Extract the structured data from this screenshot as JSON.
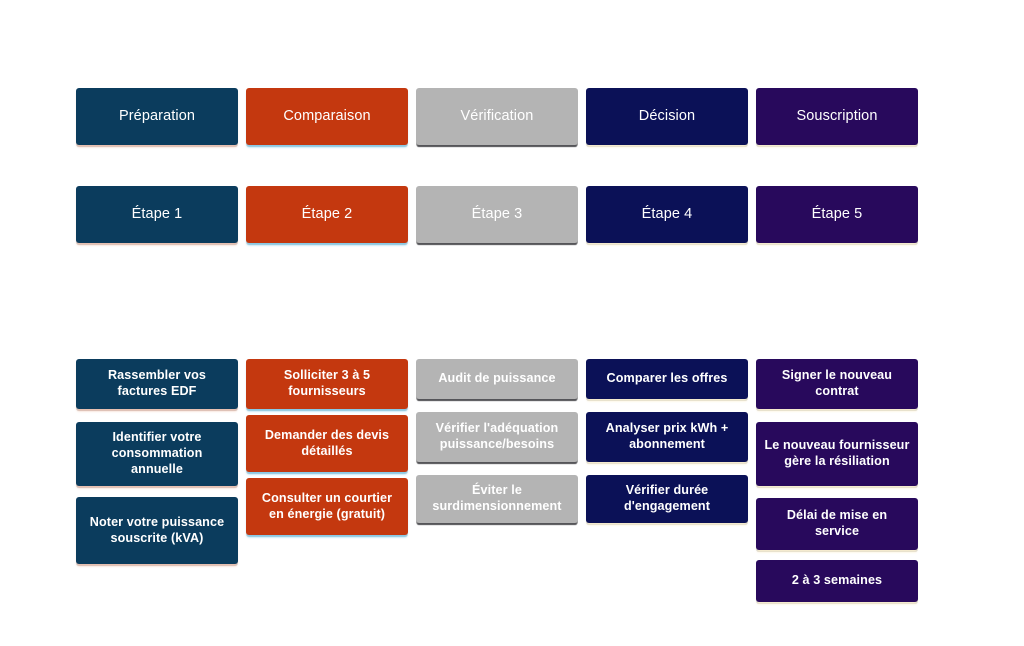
{
  "diagram": {
    "type": "process-flow",
    "columns": [
      {
        "id": "col-1",
        "phase": "Préparation",
        "step": "Étape 1",
        "color": "#0b3c5d",
        "state": "active",
        "items": [
          "Rassembler vos factures EDF",
          "Identifier votre consommation annuelle",
          "Noter votre puissance souscrite (kVA)"
        ]
      },
      {
        "id": "col-2",
        "phase": "Comparaison",
        "step": "Étape 2",
        "color": "#c4380f",
        "state": "active",
        "items": [
          "Solliciter 3 à 5 fournisseurs",
          "Demander des devis détaillés",
          "Consulter un courtier en énergie (gratuit)"
        ]
      },
      {
        "id": "col-3",
        "phase": "Vérification",
        "step": "Étape 3",
        "color": "#b4b4b4",
        "state": "faded",
        "items": [
          "Audit de puissance",
          "Vérifier l'adéquation puissance/besoins",
          "Éviter le surdimensionnement"
        ]
      },
      {
        "id": "col-4",
        "phase": "Décision",
        "step": "Étape 4",
        "color": "#0b1157",
        "state": "active",
        "items": [
          "Comparer les offres",
          "Analyser prix kWh + abonnement",
          "Vérifier durée d'engagement"
        ]
      },
      {
        "id": "col-5",
        "phase": "Souscription",
        "step": "Étape 5",
        "color": "#28095c",
        "state": "active",
        "items": [
          "Signer le nouveau contrat",
          "Le nouveau fournisseur gère la résiliation",
          "Délai de mise en service",
          "2 à 3 semaines"
        ]
      }
    ]
  }
}
